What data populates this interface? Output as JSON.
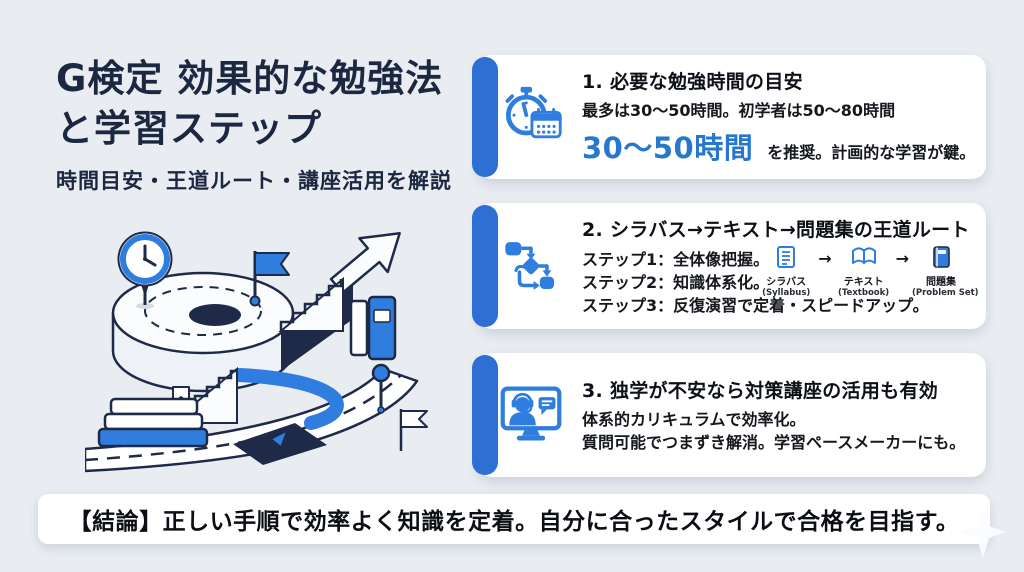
{
  "header": {
    "title_line1": "G検定 効果的な勉強法",
    "title_line2": "と学習ステップ",
    "subtitle": "時間目安・王道ルート・講座活用を解説"
  },
  "cards": [
    {
      "icon": "stopwatch-calendar-icon",
      "title": "1. 必要な勉強時間の目安",
      "line1": "最多は30〜50時間。初学者は50〜80時間",
      "highlight": "30〜50時間",
      "line2": "を推奨。計画的な学習が鍵。"
    },
    {
      "icon": "flowchart-icon",
      "title": "2. シラバス→テキスト→問題集の王道ルート",
      "steps": [
        "ステップ1：全体像把握。",
        "ステップ2：知識体系化。",
        "ステップ3：反復演習で定着・スピードアップ。"
      ],
      "flow_arrow": "→",
      "flow": [
        {
          "icon": "syllabus-document-icon",
          "label": "シラバス",
          "sublabel": "(Syllabus)"
        },
        {
          "icon": "textbook-openbook-icon",
          "label": "テキスト",
          "sublabel": "(Textbook)"
        },
        {
          "icon": "problemset-book-icon",
          "label": "問題集",
          "sublabel": "(Problem Set)"
        }
      ]
    },
    {
      "icon": "online-course-monitor-icon",
      "title": "3. 独学が不安なら対策講座の活用も有効",
      "lines": [
        "体系的カリキュラムで効率化。",
        "質問可能でつまずき解消。学習ペースメーカーにも。"
      ]
    }
  ],
  "conclusion": {
    "text": "【結論】正しい手順で効率よく知識を定着。自分に合ったスタイルで合格を目指す。"
  },
  "illustration": {
    "name": "learning-path-roadmap"
  },
  "colors": {
    "background": "#e9edf1",
    "title_navy": "#1c2742",
    "accent_blue": "#2e7ddf",
    "highlight_blue": "#2777cd",
    "card_edge_blue": "#2d6fd2",
    "card_bg": "#ffffff",
    "body_text": "#14171c"
  }
}
